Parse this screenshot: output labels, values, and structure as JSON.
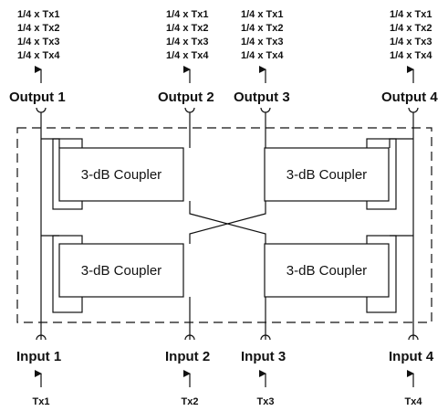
{
  "outputs": [
    {
      "label": "Output 1",
      "lines": [
        "1/4 x Tx1",
        "1/4 x Tx2",
        "1/4 x Tx3",
        "1/4 x Tx4"
      ]
    },
    {
      "label": "Output 2",
      "lines": [
        "1/4 x Tx1",
        "1/4 x Tx2",
        "1/4 x Tx3",
        "1/4 x Tx4"
      ]
    },
    {
      "label": "Output 3",
      "lines": [
        "1/4 x Tx1",
        "1/4 x Tx2",
        "1/4 x Tx3",
        "1/4 x Tx4"
      ]
    },
    {
      "label": "Output 4",
      "lines": [
        "1/4 x Tx1",
        "1/4 x Tx2",
        "1/4 x Tx3",
        "1/4 x Tx4"
      ]
    }
  ],
  "inputs": [
    {
      "label": "Input 1",
      "signal": "Tx1"
    },
    {
      "label": "Input 2",
      "signal": "Tx2"
    },
    {
      "label": "Input 3",
      "signal": "Tx3"
    },
    {
      "label": "Input 4",
      "signal": "Tx4"
    }
  ],
  "couplers": [
    {
      "label": "3-dB Coupler"
    },
    {
      "label": "3-dB Coupler"
    },
    {
      "label": "3-dB Coupler"
    },
    {
      "label": "3-dB Coupler"
    }
  ]
}
